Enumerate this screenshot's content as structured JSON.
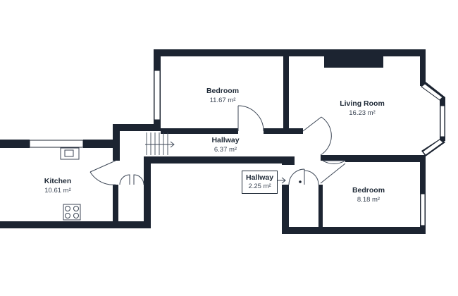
{
  "rooms": {
    "bedroom_top": {
      "name": "Bedroom",
      "area": "11.67 m²"
    },
    "living_room": {
      "name": "Living Room",
      "area": "16.23 m²"
    },
    "hallway_main": {
      "name": "Hallway",
      "area": "6.37 m²"
    },
    "kitchen": {
      "name": "Kitchen",
      "area": "10.61 m²"
    },
    "hallway_small": {
      "name": "Hallway",
      "area": "2.25 m²"
    },
    "bedroom_bottom": {
      "name": "Bedroom",
      "area": "8.18 m²"
    }
  },
  "colors": {
    "wall": "#1c2431",
    "window": "#ffffff",
    "fixture": "#3c4655"
  },
  "icons": [
    "stairs-icon",
    "hob-icon",
    "sink-icon",
    "door-swing-icon",
    "arrow-right-icon"
  ]
}
